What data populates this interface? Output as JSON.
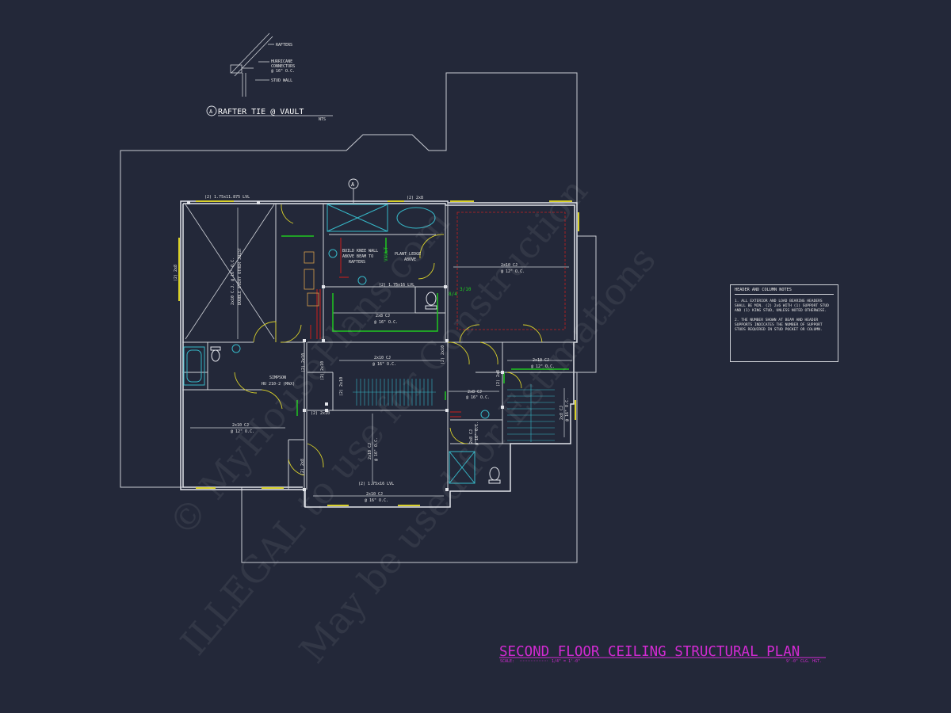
{
  "detail": {
    "marker": "A",
    "title": "RAFTER TIE @ VAULT",
    "scale": "NTS",
    "labels": [
      "RAFTERS",
      "HURRICANE",
      "CONNECTORS",
      "@ 16\" O.C.",
      "STUD WALL"
    ]
  },
  "section_marker": "A",
  "notes": {
    "title": "HEADER AND COLUMN NOTES",
    "items": [
      "1. ALL EXTERIOR AND LOAD BEARING HEADERS SHALL BE MIN. (2) 2x6 WITH (1) SUPPORT STUD AND (1) KING STUD, UNLESS NOTED OTHERWISE.",
      "2. THE NUMBER SHOWN AT BEAM AND HEADER SUPPORTS INDICATES THE NUMBER OF SUPPORT STUDS REQUIRED IN STUD POCKET OR COLUMN."
    ]
  },
  "plan_title": {
    "title": "SECOND FLOOR CEILING STRUCTURAL PLAN",
    "scale_label": "SCALE:",
    "scale_value": "1/4\" = 1'-0\"",
    "ceiling_height": "9'-0\" CLG. HGT."
  },
  "callouts": {
    "lvl_top": "(2) 1.75x11.875 LVL",
    "header_2x8": "(2) 2x8",
    "knee_wall": [
      "BUILD KNEE WALL",
      "ABOVE BEAM TO",
      "RAFTERS"
    ],
    "plant_ledge": [
      "PLANT LEDGE",
      "ABOVE"
    ],
    "lvl_mid": "(2) 1.75x16 LVL",
    "lvl_bottom": "(2) 1.75x16 LVL",
    "simpson": [
      "SIMPSON",
      "HU 210-2 (MAX)"
    ],
    "vault": "VAULT",
    "sideways_2x8": "(2) 2x8",
    "vault_cj": "2x10 C.J. @ 16\" O.C.",
    "double_joist": "DOUBLE EVERY OTHER JOIST",
    "cj_bed_right": [
      "2x10 CJ",
      "@ 12\" O.C."
    ],
    "cj_bath": [
      "2x8 CJ",
      "@ 16\" O.C."
    ],
    "cj_hall": [
      "2x10 CJ",
      "@ 16\" O.C."
    ],
    "cj_right_hall": [
      "2x10 CJ",
      "@ 12\" O.C."
    ],
    "cj_landing": [
      "2x8 CJ",
      "@ 16\" O.C."
    ],
    "cj_bed_left": [
      "2x10 CJ",
      "@ 12\" O.C."
    ],
    "cj_vertical": [
      "2x10 CJ",
      "@ 16\" O.C."
    ],
    "cj_bottom": [
      "2x10 CJ",
      "@ 16\" O.C."
    ],
    "hdr_2x10": "(2) 2x10",
    "hdr_2x8b": "(2) 2x8",
    "hdr_2x10b": "(2) 2x10",
    "green_marks": [
      "3/10",
      "8/4"
    ]
  },
  "watermark": [
    "© MyHousePlans.com",
    "ILLEGAL to use for Construction",
    "May be used for Estimations"
  ],
  "colors": {
    "background": "#232839",
    "lines": "#d8dadf",
    "title": "#d22ad2",
    "windows": "#d9d12a",
    "green": "#20c820",
    "red": "#c82020",
    "cyan": "#36b8c8"
  }
}
